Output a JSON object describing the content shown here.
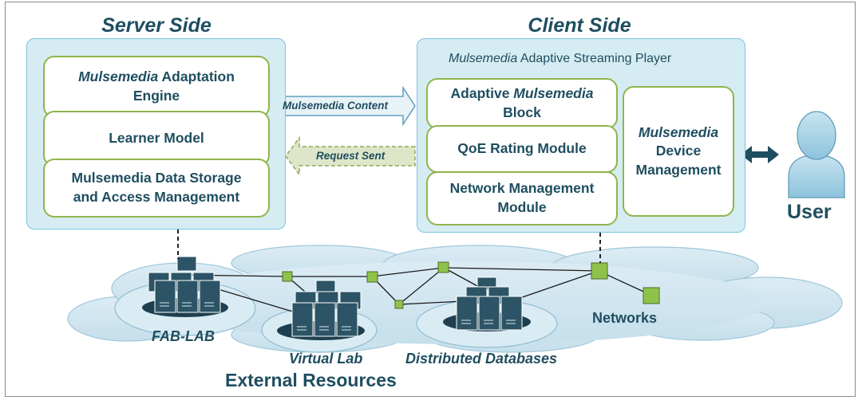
{
  "server": {
    "title": "Server Side",
    "modules": {
      "adaptation_italic": "Mulsemedia",
      "adaptation_rest": " Adaptation",
      "adaptation_line2": "Engine",
      "learner": "Learner Model",
      "storage_line1": "Mulsemedia Data Storage",
      "storage_line2": "and Access Management"
    }
  },
  "client": {
    "title": "Client Side",
    "player_italic": "Mulsemedia",
    "player_rest": " Adaptive Streaming Player",
    "modules": {
      "adaptive_block_prefix": "Adaptive ",
      "adaptive_block_italic": "Mulsemedia",
      "adaptive_block_line2": "Block",
      "qoe": "QoE Rating Module",
      "network_line1": "Network Management",
      "network_line2": "Module",
      "device_italic": "Mulsemedia",
      "device_line2": "Device",
      "device_line3": "Management"
    }
  },
  "flows": {
    "content": "Mulsemedia Content",
    "request": "Request Sent"
  },
  "user": {
    "label": "User"
  },
  "network": {
    "fablab": "FAB-LAB",
    "virtual_lab": "Virtual Lab",
    "distributed_db": "Distributed Databases",
    "networks": "Networks",
    "external": "External Resources"
  },
  "colors": {
    "text": "#1f4e60",
    "panel_fill": "#d6ecf3",
    "module_border": "#8fb54c",
    "node_fill": "#8fc24a",
    "server_fill": "#2d5466"
  }
}
